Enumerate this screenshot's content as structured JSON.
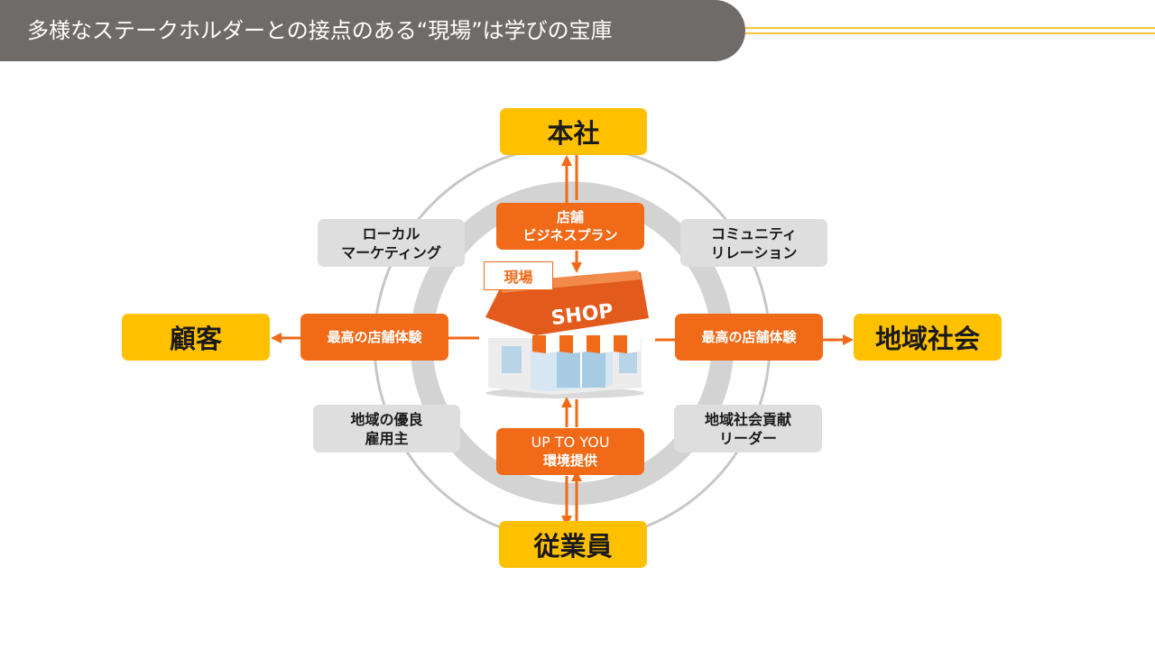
{
  "title": "多様なステークホルダーとの接点のある“現場”は学びの宝庫",
  "stakeholders": {
    "top": "本社",
    "left": "顧客",
    "right": "地域社会",
    "bottom": "従業員"
  },
  "center": {
    "shop_sign": "SHOP",
    "label": "現場"
  },
  "flows": {
    "top": [
      "店舗",
      "ビジネスプラン"
    ],
    "left": "最高の店舗体験",
    "right": "最高の店舗体験",
    "bottom": [
      "UP TO YOU",
      "環境提供"
    ]
  },
  "roles": {
    "top_left": [
      "ローカル",
      "マーケティング"
    ],
    "top_right": [
      "コミュニティ",
      "リレーション"
    ],
    "bottom_left": [
      "地域の優良",
      "雇用主"
    ],
    "bottom_right": [
      "地域社会貢献",
      "リーダー"
    ]
  },
  "colors": {
    "title_bar": "#6f6b69",
    "stakeholder": "#ffc000",
    "flow": "#f06a18",
    "role": "#dedede",
    "rule": "#f7c33b"
  }
}
